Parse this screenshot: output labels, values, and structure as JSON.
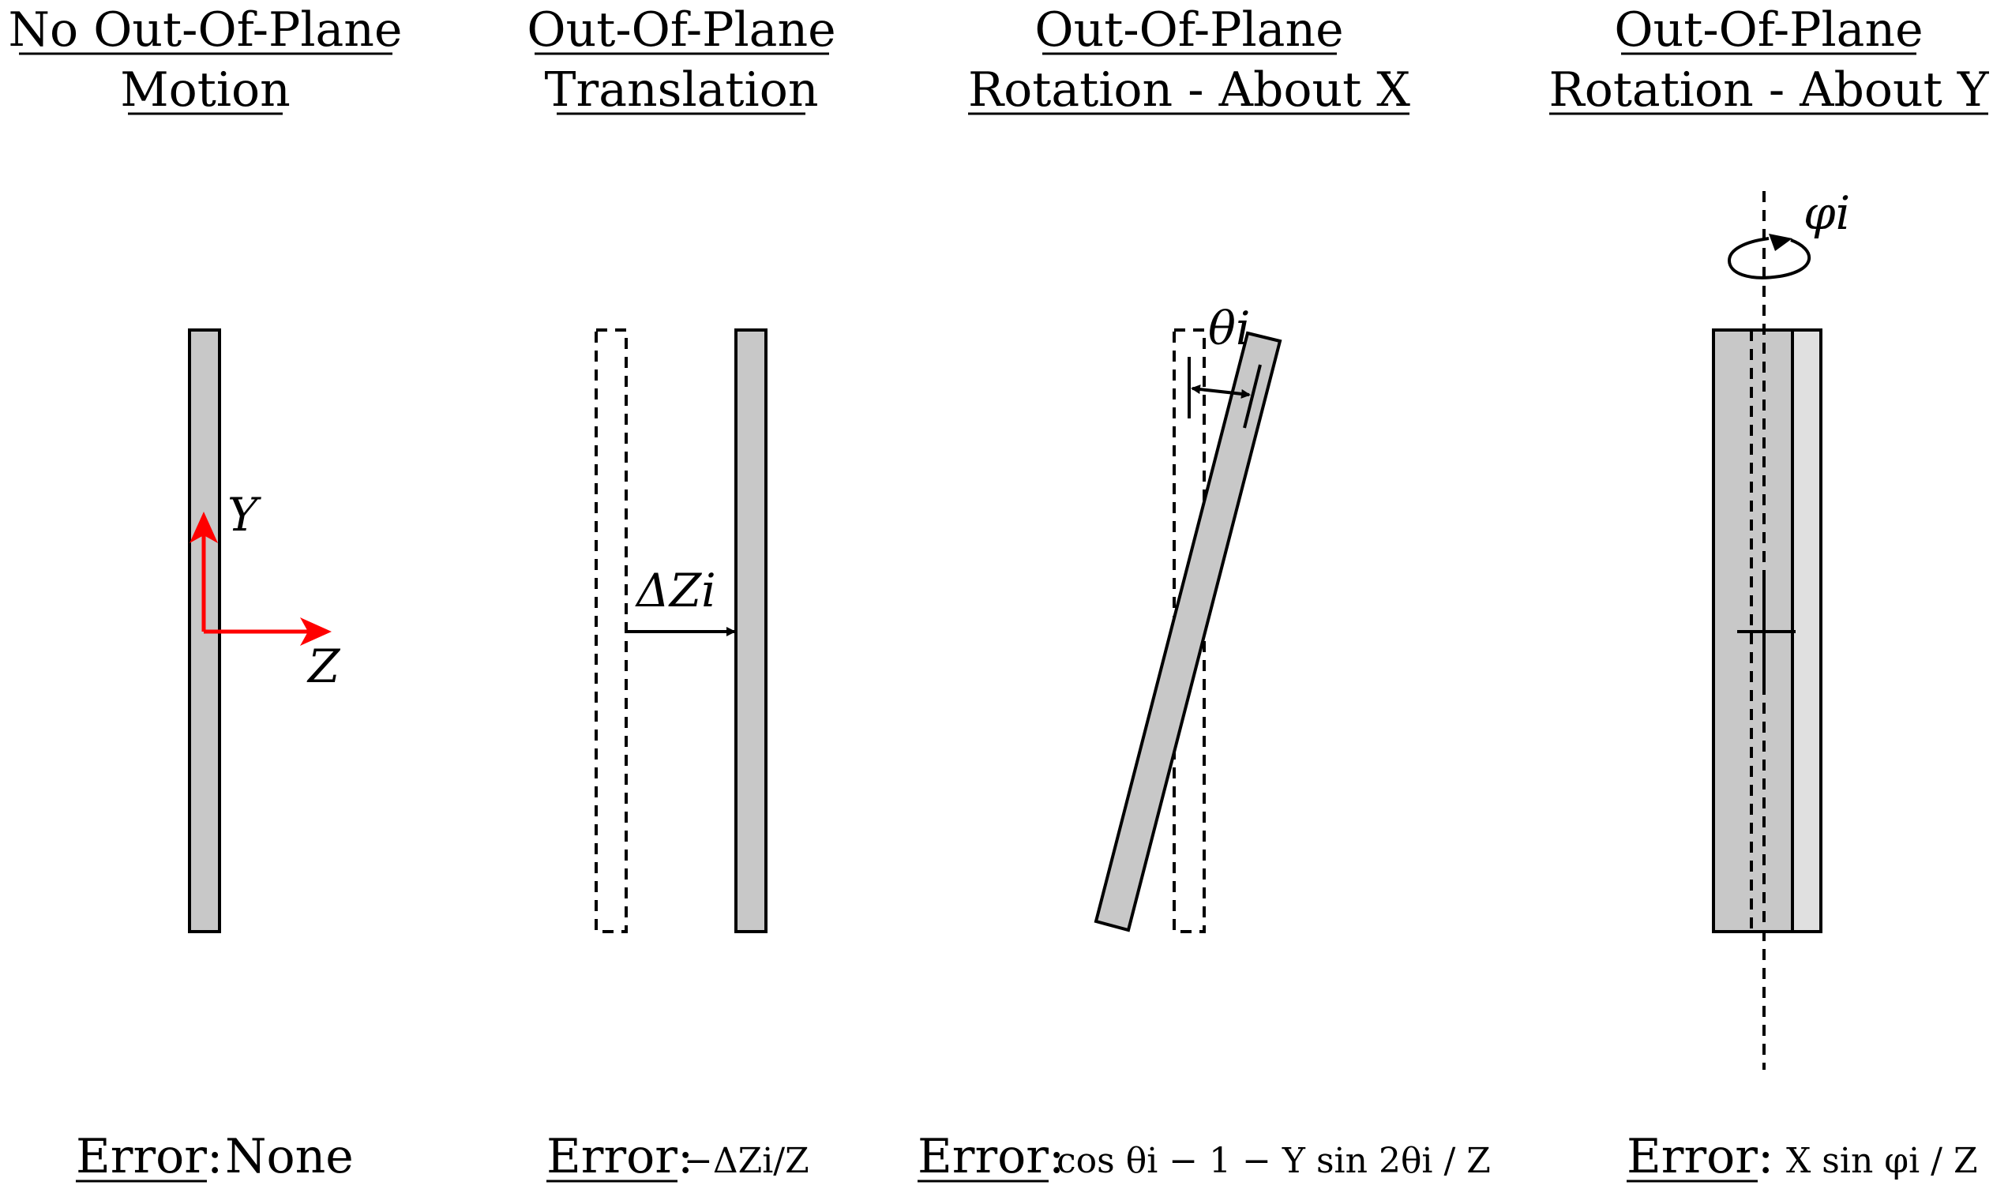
{
  "panels": [
    {
      "title_line1": "No Out-Of-Plane",
      "title_line2": "Motion",
      "error_label": "Error:",
      "error_value": "None"
    },
    {
      "title_line1": "Out-Of-Plane",
      "title_line2": "Translation",
      "error_label": "Error:",
      "error_value": "−ΔZi/Z"
    },
    {
      "title_line1": "Out-Of-Plane",
      "title_line2": "Rotation - About X",
      "error_label": "Error:",
      "error_value": "cos θi − 1 − Y sin 2θi / Z"
    },
    {
      "title_line1": "Out-Of-Plane",
      "title_line2": "Rotation - About Y",
      "error_label": "Error:",
      "error_value": "X sin φi / Z"
    }
  ],
  "axis_labels": {
    "y": "Y",
    "z": "Z"
  },
  "annotations": {
    "delta_z": "ΔZi",
    "theta": "θi",
    "phi": "φi"
  },
  "colors": {
    "plate_fill": "#c8c8c8",
    "plate_fill_light": "#e0e0e0",
    "axis_color": "#ff0000",
    "stroke": "#000000"
  }
}
